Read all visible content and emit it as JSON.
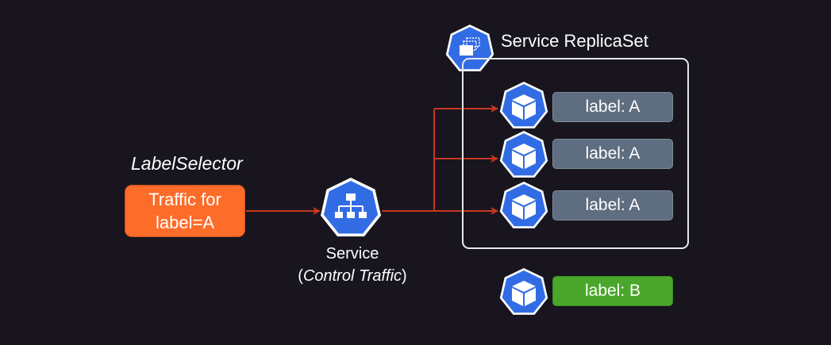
{
  "selector": {
    "label": "LabelSelector"
  },
  "traffic": {
    "line1": "Traffic for",
    "line2": "label=A"
  },
  "service": {
    "name": "Service",
    "open_paren": "(",
    "detail": "Control Traffic",
    "close_paren": ")"
  },
  "replicaset": {
    "title": "Service ReplicaSet"
  },
  "pods": [
    {
      "label": "label: A"
    },
    {
      "label": "label: A"
    },
    {
      "label": "label: A"
    },
    {
      "label": "label: B"
    }
  ],
  "colors": {
    "background": "#18151f",
    "traffic_box": "#fe6c2a",
    "k8s_blue": "#326ce5",
    "arrow": "#c8371f",
    "label_a": "#5e6d7f",
    "label_b": "#4ba72b"
  },
  "icons": {
    "service": "kubernetes-service-icon",
    "replicaset": "kubernetes-replicaset-icon",
    "pod": "kubernetes-pod-icon"
  }
}
